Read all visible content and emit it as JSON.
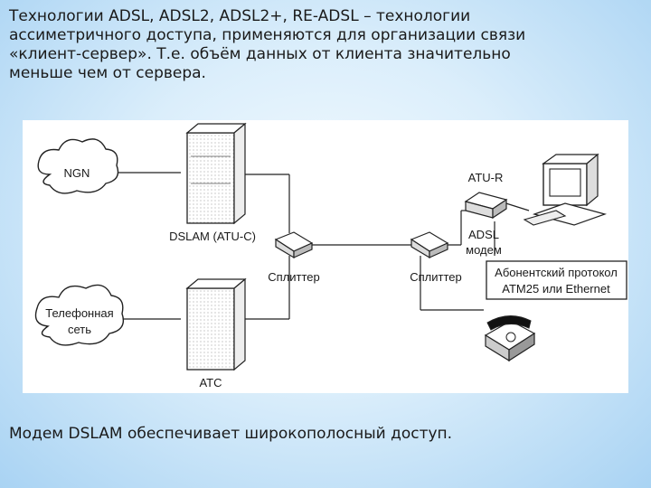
{
  "intro": {
    "lines": [
      "Технологии ADSL, ADSL2, ADSL2+, RE-ADSL – технологии",
      "ассиметричного доступа, применяются для организации связи",
      "«клиент-сервер». Т.е. объём данных от клиента значительно",
      "меньше чем от сервера."
    ]
  },
  "diagram": {
    "ngn": "NGN",
    "phone_net": [
      "Телефонная",
      "сеть"
    ],
    "dslam": "DSLAM (ATU-C)",
    "ats": "АТС",
    "splitter_left": "Сплиттер",
    "splitter_right": "Сплиттер",
    "atu_r": "ATU-R",
    "modem": [
      "ADSL",
      "модем"
    ],
    "protocol": [
      "Абонентский протокол",
      "ATM25 или Ethernet"
    ]
  },
  "outro": "Модем DSLAM обеспечивает широкополосный доступ."
}
